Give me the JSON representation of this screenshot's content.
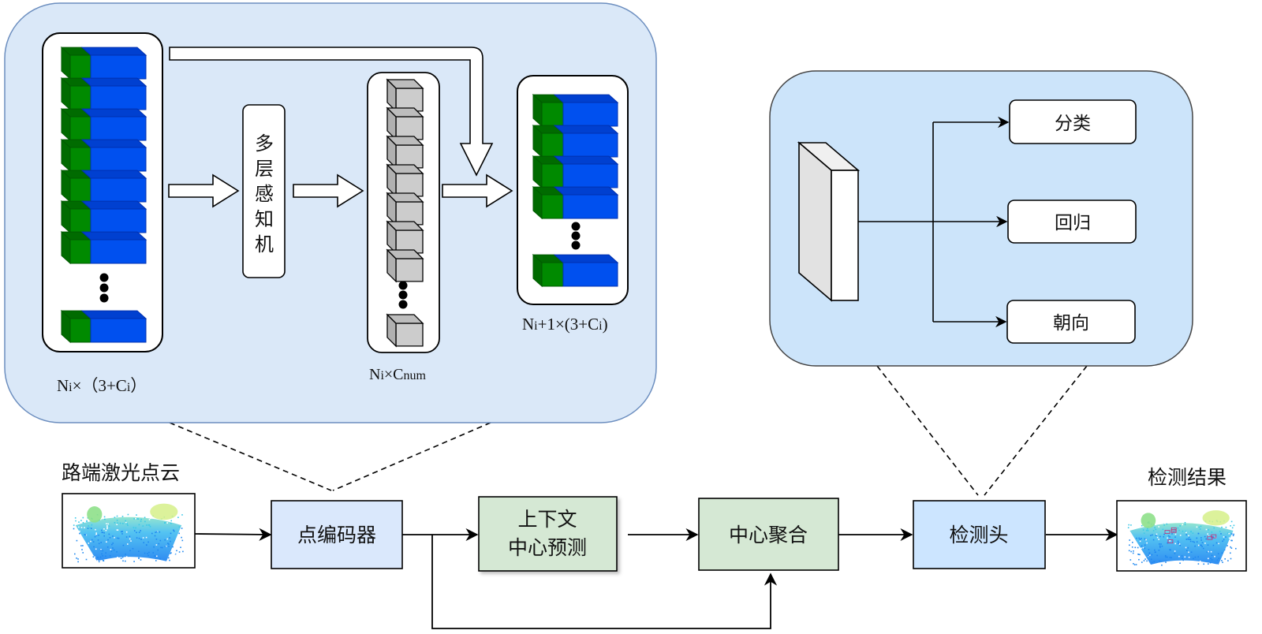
{
  "colors": {
    "panel_left_fill": "#dae8f8",
    "panel_right_fill": "#cce4fa",
    "panel_stroke": "#6c8ebf",
    "encoder_fill": "#dae8fc",
    "context_fill": "#d5e8d4",
    "head_fill": "#cce5ff",
    "green_block": "#008a00",
    "green_block_top": "#006b00",
    "blue_block": "#0050ef",
    "blue_block_top": "#0040d0",
    "grey_cube": "#cccccc",
    "grey_cube_side": "#b0b0b0"
  },
  "encoder_detail": {
    "mlp_label_chars": [
      "多",
      "层",
      "感",
      "知",
      "机"
    ],
    "input_label": {
      "base": "N",
      "sub": "i",
      "rest": "×（3+C",
      "sub2": "i",
      "close": "）"
    },
    "mlp_out_label": {
      "base": "N",
      "sub": "i",
      "rest": "×C",
      "sub2": "num"
    },
    "output_label": {
      "base": "N",
      "sub": "i",
      "rest": "+1×(3+C",
      "sub2": "i",
      "close": ")"
    },
    "input_rows_visible": 7,
    "mlp_cubes_visible": 7,
    "output_rows_visible": 4
  },
  "head_detail": {
    "branches": [
      "分类",
      "回归",
      "朝向"
    ]
  },
  "pipeline": {
    "input_title": "路端激光点云",
    "output_title": "检测结果",
    "nodes": {
      "encoder": "点编码器",
      "context_line1": "上下文",
      "context_line2": "中心预测",
      "aggregation": "中心聚合",
      "head": "检测头"
    }
  }
}
